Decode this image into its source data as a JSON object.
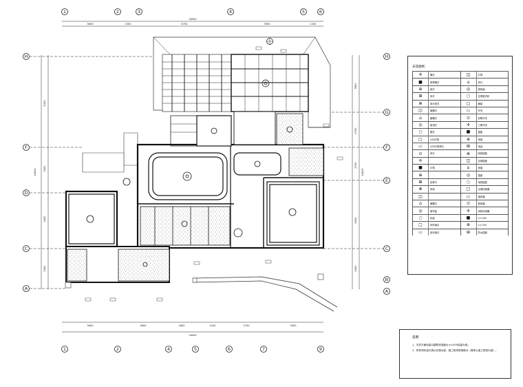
{
  "drawing": {
    "top_axes": [
      "1",
      "2",
      "3",
      "4",
      "5",
      "6"
    ],
    "bottom_axes": [
      "1",
      "2",
      "4",
      "5",
      "6",
      "7",
      "9"
    ],
    "left_axes": [
      "H",
      "F",
      "D",
      "C",
      "A"
    ],
    "right_axes": [
      "H",
      "G",
      "F",
      "E",
      "C",
      "B",
      "A"
    ],
    "top_dims": [
      "3600",
      "1500",
      "6700",
      "5900",
      "1200"
    ],
    "top_total": "18900",
    "bottom_dims": [
      "3600",
      "3600",
      "1800",
      "3100",
      "2700",
      "3900"
    ],
    "bottom_total": "18900",
    "left_dims": [
      "5300",
      "3900",
      "2400",
      "2400"
    ],
    "left_total": "14000",
    "right_dims": [
      "3800",
      "2700",
      "2700",
      "5000",
      "2400"
    ],
    "right_total": "14000"
  },
  "legend": {
    "title": "天花图例",
    "rows": [
      [
        "筒灯",
        "灯带"
      ],
      [
        "防雾筒灯",
        "风口"
      ],
      [
        "射灯",
        "排风扇"
      ],
      [
        "吊灯",
        "空调室内机"
      ],
      [
        "双头射灯",
        "烟感"
      ],
      [
        "格栅灯",
        "开关"
      ],
      [
        "格栅灯",
        "双联开关"
      ],
      [
        "吸顶灯",
        "三联开关"
      ],
      [
        "壁灯",
        "插座"
      ],
      [
        "LED灯带",
        "电视"
      ],
      [
        "LED灯带洞口",
        "电话"
      ],
      [
        "吊灯",
        "网络插座"
      ],
      [
        "",
        "空调插座"
      ],
      [
        "灯带",
        "地插"
      ],
      [
        "",
        "插座"
      ],
      [
        "检修口",
        "电视插座"
      ],
      [
        "吊柜",
        "空调控制器"
      ],
      [
        "",
        "强电箱"
      ],
      [
        "暗藏灯",
        "弱电箱"
      ],
      [
        "窗帘盒",
        "消防探测器"
      ],
      [
        "标高",
        "±0.000"
      ],
      [
        "材料索引",
        "±3.250"
      ],
      [
        "剖切索引",
        "防水插座"
      ]
    ]
  },
  "notes": {
    "title": "说明",
    "lines": [
      "1、天花平面标高以建筑完成面为±0.000标高为准；",
      "2、所有材料及灯具以实物为准，施工前须现场核对（具体以施工现场为准）。"
    ]
  }
}
